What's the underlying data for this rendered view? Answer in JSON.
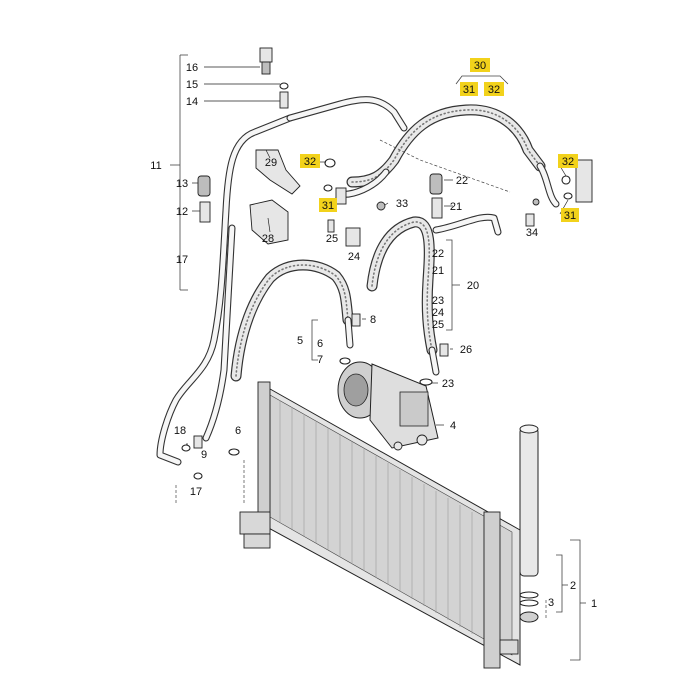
{
  "callouts": [
    {
      "id": "c16",
      "text": "16",
      "highlight": false
    },
    {
      "id": "c15",
      "text": "15",
      "highlight": false
    },
    {
      "id": "c14",
      "text": "14",
      "highlight": false
    },
    {
      "id": "c11",
      "text": "11",
      "highlight": false
    },
    {
      "id": "c13",
      "text": "13",
      "highlight": false
    },
    {
      "id": "c12",
      "text": "12",
      "highlight": false
    },
    {
      "id": "c17a",
      "text": "17",
      "highlight": false
    },
    {
      "id": "c29",
      "text": "29",
      "highlight": false
    },
    {
      "id": "c28",
      "text": "28",
      "highlight": false
    },
    {
      "id": "c30",
      "text": "30",
      "highlight": true
    },
    {
      "id": "c31a",
      "text": "31",
      "highlight": true
    },
    {
      "id": "c32a",
      "text": "32",
      "highlight": true
    },
    {
      "id": "c32b",
      "text": "32",
      "highlight": true
    },
    {
      "id": "c31b",
      "text": "31",
      "highlight": true
    },
    {
      "id": "c33",
      "text": "33",
      "highlight": false
    },
    {
      "id": "c25a",
      "text": "25",
      "highlight": false
    },
    {
      "id": "c24a",
      "text": "24",
      "highlight": false
    },
    {
      "id": "c22a",
      "text": "22",
      "highlight": false
    },
    {
      "id": "c21a",
      "text": "21",
      "highlight": false
    },
    {
      "id": "c32c",
      "text": "32",
      "highlight": true
    },
    {
      "id": "c31c",
      "text": "31",
      "highlight": true
    },
    {
      "id": "c34",
      "text": "34",
      "highlight": false
    },
    {
      "id": "c22b",
      "text": "22",
      "highlight": false
    },
    {
      "id": "c21b",
      "text": "21",
      "highlight": false
    },
    {
      "id": "c20",
      "text": "20",
      "highlight": false
    },
    {
      "id": "c23a",
      "text": "23",
      "highlight": false
    },
    {
      "id": "c24b",
      "text": "24",
      "highlight": false
    },
    {
      "id": "c25b",
      "text": "25",
      "highlight": false
    },
    {
      "id": "c26",
      "text": "26",
      "highlight": false
    },
    {
      "id": "c8",
      "text": "8",
      "highlight": false
    },
    {
      "id": "c5",
      "text": "5",
      "highlight": false
    },
    {
      "id": "c6a",
      "text": "6",
      "highlight": false
    },
    {
      "id": "c7",
      "text": "7",
      "highlight": false
    },
    {
      "id": "c23b",
      "text": "23",
      "highlight": false
    },
    {
      "id": "c4",
      "text": "4",
      "highlight": false
    },
    {
      "id": "c18",
      "text": "18",
      "highlight": false
    },
    {
      "id": "c9",
      "text": "9",
      "highlight": false
    },
    {
      "id": "c6b",
      "text": "6",
      "highlight": false
    },
    {
      "id": "c17b",
      "text": "17",
      "highlight": false
    },
    {
      "id": "c2",
      "text": "2",
      "highlight": false
    },
    {
      "id": "c3",
      "text": "3",
      "highlight": false
    },
    {
      "id": "c1",
      "text": "1",
      "highlight": false
    }
  ],
  "colors": {
    "highlight": "#f2d21b",
    "line": "#222222",
    "background": "#ffffff"
  }
}
